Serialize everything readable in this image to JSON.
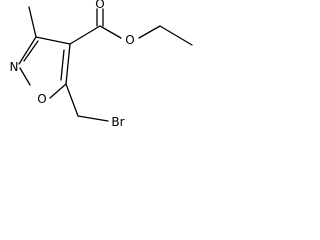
{
  "molecule": {
    "atoms": {
      "O_ring": "O",
      "N_ring": "N",
      "O_carbonyl": "O",
      "O_ester": "O",
      "Br": "Br"
    }
  }
}
